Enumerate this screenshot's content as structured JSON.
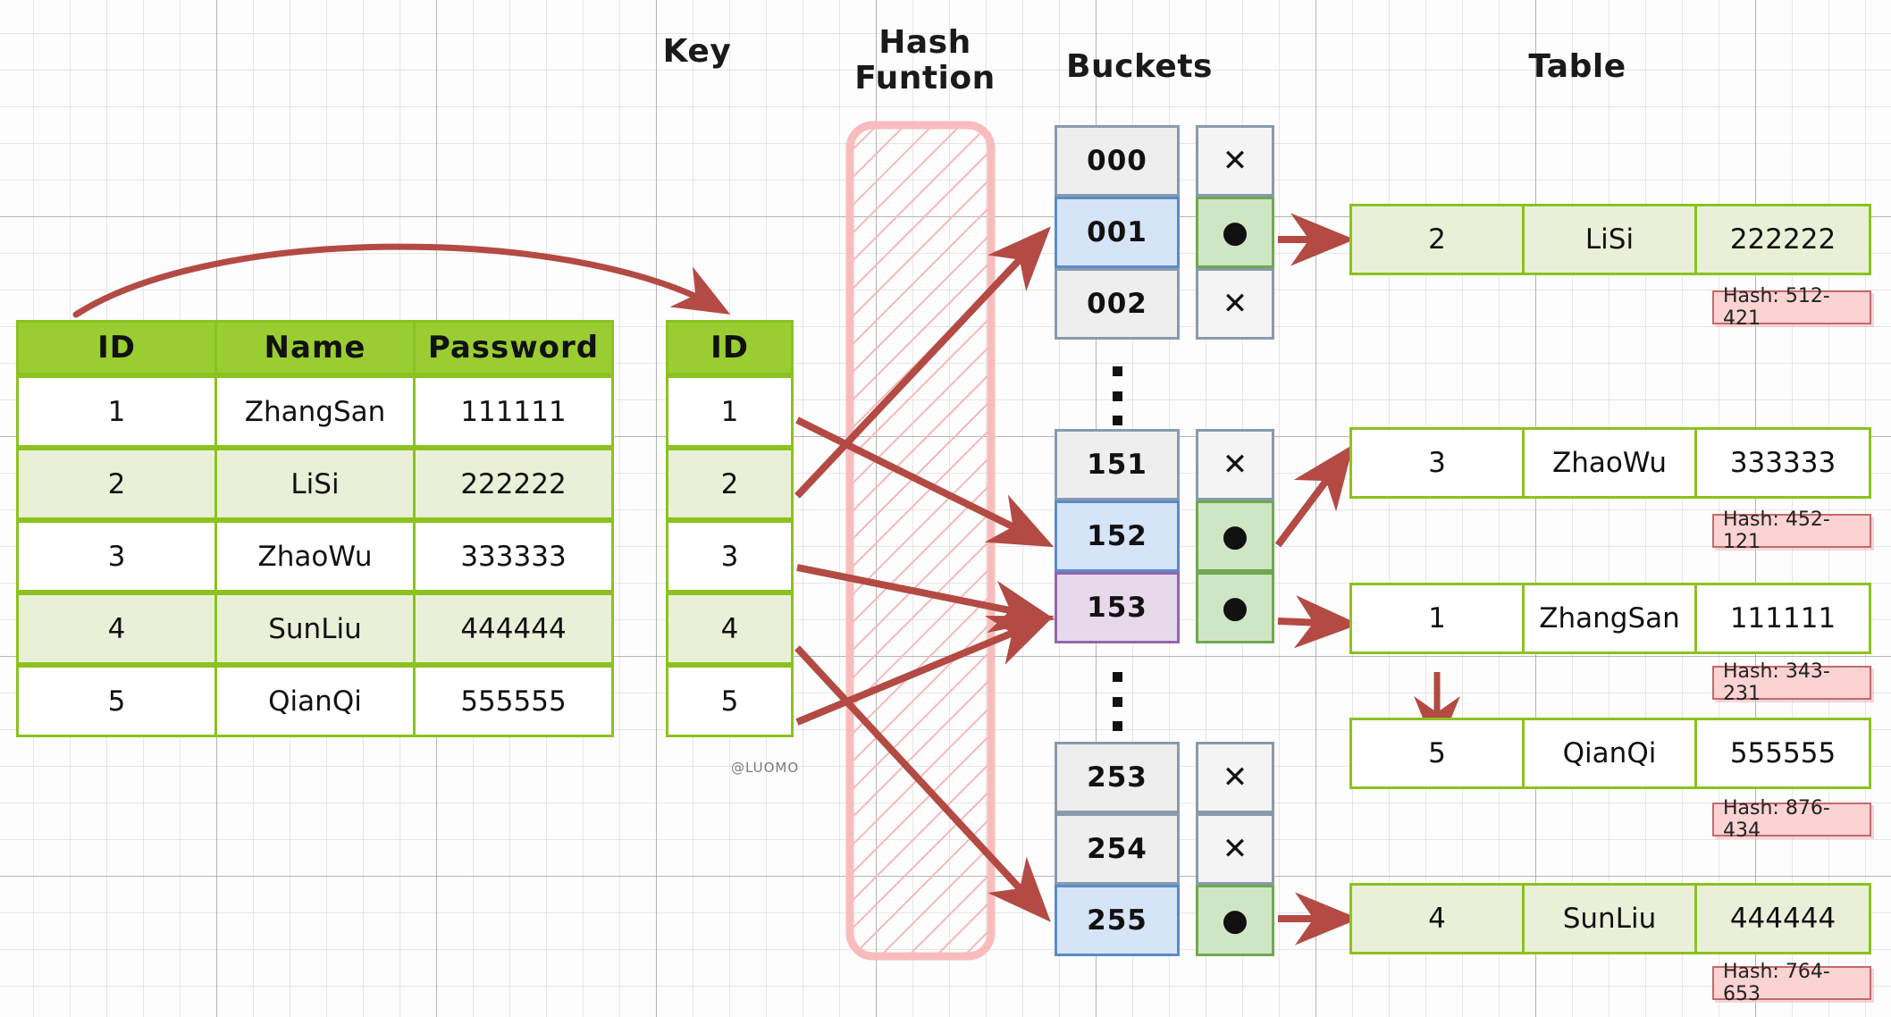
{
  "titles": {
    "key": "Key",
    "hash_function_line1": "Hash",
    "hash_function_line2": "Funtion",
    "buckets": "Buckets",
    "table": "Table"
  },
  "source_table": {
    "headers": [
      "ID",
      "Name",
      "Password"
    ],
    "rows": [
      {
        "id": "1",
        "name": "ZhangSan",
        "password": "111111"
      },
      {
        "id": "2",
        "name": "LiSi",
        "password": "222222"
      },
      {
        "id": "3",
        "name": "ZhaoWu",
        "password": "333333"
      },
      {
        "id": "4",
        "name": "SunLiu",
        "password": "444444"
      },
      {
        "id": "5",
        "name": "QianQi",
        "password": "555555"
      }
    ]
  },
  "key_column": {
    "header": "ID",
    "values": [
      "1",
      "2",
      "3",
      "4",
      "5"
    ]
  },
  "buckets": {
    "groups": [
      {
        "rows": [
          {
            "index": "000",
            "pointer": "✕",
            "filled": false,
            "highlight": "none"
          },
          {
            "index": "001",
            "pointer": "●",
            "filled": true,
            "highlight": "blue"
          },
          {
            "index": "002",
            "pointer": "✕",
            "filled": false,
            "highlight": "none"
          }
        ]
      },
      {
        "rows": [
          {
            "index": "151",
            "pointer": "✕",
            "filled": false,
            "highlight": "none"
          },
          {
            "index": "152",
            "pointer": "●",
            "filled": true,
            "highlight": "blue"
          },
          {
            "index": "153",
            "pointer": "●",
            "filled": true,
            "highlight": "purple"
          }
        ]
      },
      {
        "rows": [
          {
            "index": "253",
            "pointer": "✕",
            "filled": false,
            "highlight": "none"
          },
          {
            "index": "254",
            "pointer": "✕",
            "filled": false,
            "highlight": "none"
          },
          {
            "index": "255",
            "pointer": "●",
            "filled": true,
            "highlight": "blue"
          }
        ]
      }
    ]
  },
  "records": [
    {
      "id": "2",
      "name": "LiSi",
      "password": "222222",
      "hash": "Hash: 512-421",
      "shaded": true
    },
    {
      "id": "3",
      "name": "ZhaoWu",
      "password": "333333",
      "hash": "Hash: 452-121",
      "shaded": false
    },
    {
      "id": "1",
      "name": "ZhangSan",
      "password": "111111",
      "hash": "Hash: 343-231",
      "shaded": false
    },
    {
      "id": "5",
      "name": "QianQi",
      "password": "555555",
      "hash": "Hash: 876-434",
      "shaded": false
    },
    {
      "id": "4",
      "name": "SunLiu",
      "password": "444444",
      "hash": "Hash: 764-653",
      "shaded": true
    }
  ],
  "watermark": "@LUOMO",
  "colors": {
    "accent_green": "#8cc220",
    "header_green": "#9acd32",
    "arrow_red": "#b34a43",
    "hash_pink": "#fbd3d3",
    "bucket_grey": "#8a9aad",
    "select_blue": "#d6e4f7",
    "select_purple": "#e8d8ec",
    "pointer_green": "#cfe6c4"
  }
}
